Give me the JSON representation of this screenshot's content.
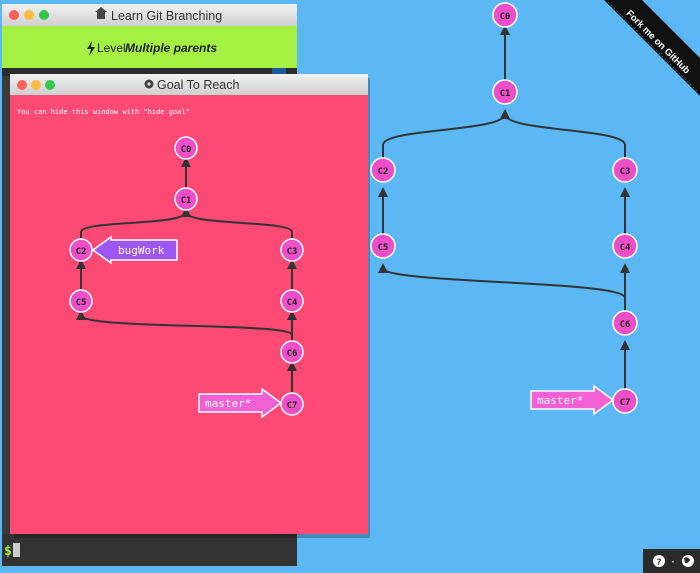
{
  "ribbon": {
    "label": "Fork me on GitHub"
  },
  "main_window": {
    "title": "Learn Git Branching",
    "level_prefix": "Level",
    "level_name": "Multiple parents",
    "prompt_symbol": "$"
  },
  "goal_window": {
    "title": "Goal To Reach",
    "hint": "You can hide this window with \"hide goal\""
  },
  "colors": {
    "background": "#5cb8f5",
    "commit_fill": "#ee4fc8",
    "goal_bg": "#fc4a74",
    "level_bar": "#a4f143",
    "branch_fill": "#f35fd5",
    "bugwork_fill": "#9d56f2",
    "edge": "#333333"
  },
  "main_graph": {
    "commits": [
      {
        "id": "C0",
        "label": "C0"
      },
      {
        "id": "C1",
        "label": "C1"
      },
      {
        "id": "C2",
        "label": "C2"
      },
      {
        "id": "C3",
        "label": "C3"
      },
      {
        "id": "C5",
        "label": "C5"
      },
      {
        "id": "C4",
        "label": "C4"
      },
      {
        "id": "C6",
        "label": "C6"
      },
      {
        "id": "C7",
        "label": "C7"
      }
    ],
    "branches": [
      {
        "name": "master*",
        "target": "C7"
      }
    ]
  },
  "goal_graph": {
    "commits": [
      {
        "id": "C0",
        "label": "C0"
      },
      {
        "id": "C1",
        "label": "C1"
      },
      {
        "id": "C2",
        "label": "C2"
      },
      {
        "id": "C3",
        "label": "C3"
      },
      {
        "id": "C5",
        "label": "C5"
      },
      {
        "id": "C4",
        "label": "C4"
      },
      {
        "id": "C6",
        "label": "C6"
      },
      {
        "id": "C7",
        "label": "C7"
      }
    ],
    "branches": [
      {
        "name": "bugWork",
        "target": "C2"
      },
      {
        "name": "master*",
        "target": "C7"
      }
    ]
  },
  "bottom_bar": {
    "help_icon": "help-icon",
    "dot": "·",
    "globe_icon": "globe-icon"
  }
}
